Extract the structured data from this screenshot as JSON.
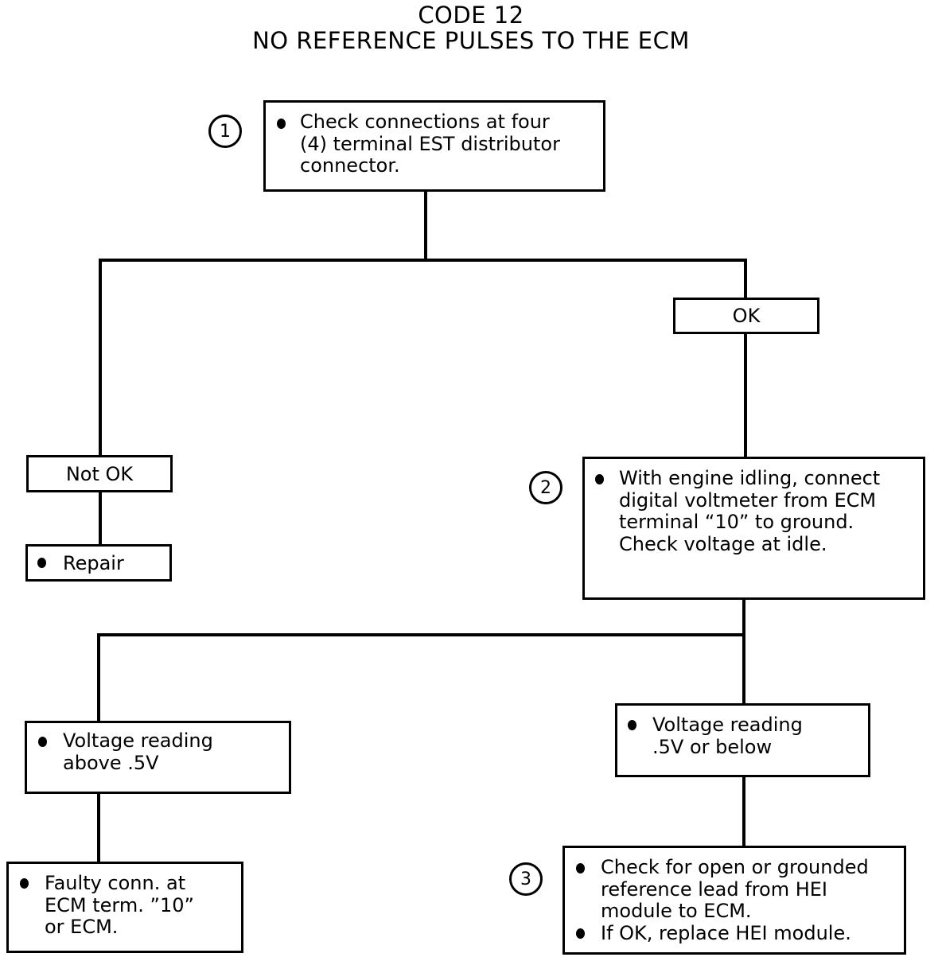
{
  "title": {
    "line1": "CODE 12",
    "line2": "NO REFERENCE PULSES TO THE ECM"
  },
  "steps": {
    "step1": {
      "number": "1",
      "lines": [
        "Check connections at four",
        "(4) terminal EST distributor",
        "connector."
      ]
    },
    "ok_label": "OK",
    "not_ok_label": "Not OK",
    "repair": "Repair",
    "step2": {
      "number": "2",
      "lines": [
        "With engine idling, connect",
        "digital voltmeter from ECM",
        "terminal “10” to ground.",
        "Check voltage at idle."
      ]
    },
    "above": {
      "lines": [
        "Voltage reading",
        "above .5V"
      ]
    },
    "below": {
      "lines": [
        "Voltage reading",
        ".5V or below"
      ]
    },
    "faulty": {
      "lines": [
        "Faulty conn. at",
        "ECM term. ”10”",
        "or ECM."
      ]
    },
    "step3": {
      "number": "3",
      "item1": [
        "Check for open or grounded",
        "reference lead from HEI",
        "module to ECM."
      ],
      "item2": "If OK, replace HEI module."
    }
  }
}
